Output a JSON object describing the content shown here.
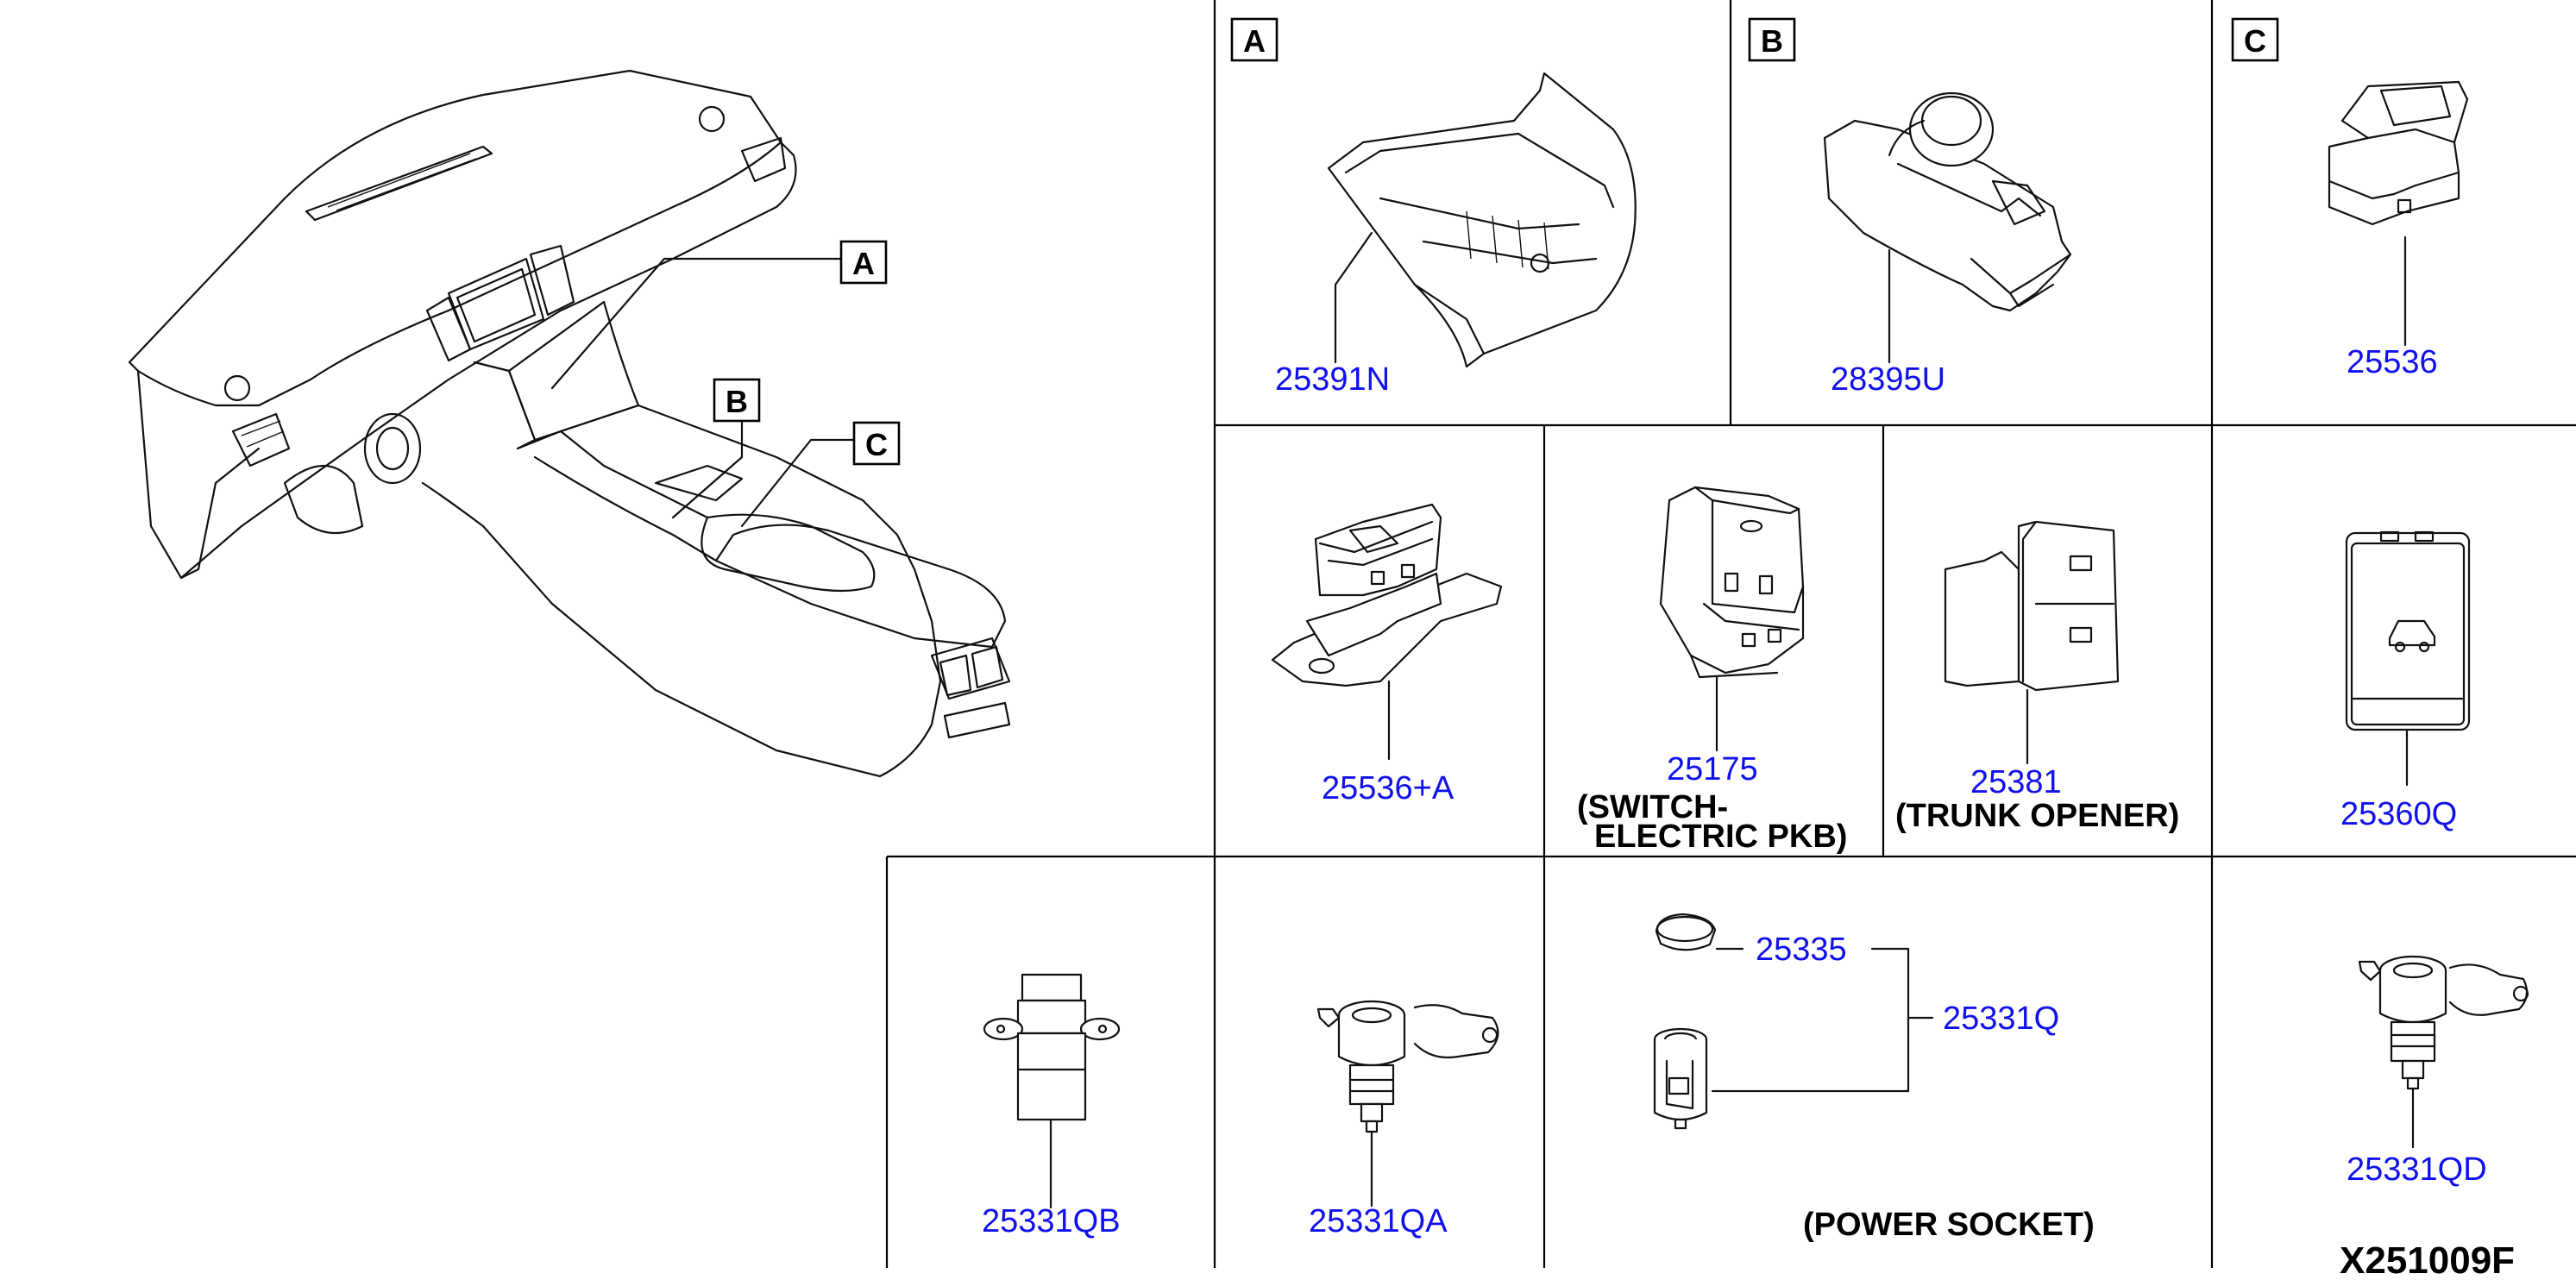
{
  "sections": {
    "a": "A",
    "b": "B",
    "c": "C"
  },
  "callouts": {
    "a": "A",
    "b": "B",
    "c": "C"
  },
  "parts": {
    "p25391N": "25391N",
    "p28395U": "28395U",
    "p25536": "25536",
    "p25536A": "25536+A",
    "p25175": "25175",
    "p25381": "25381",
    "p25360Q": "25360Q",
    "p25331QB": "25331QB",
    "p25331QA": "25331QA",
    "p25335": "25335",
    "p25331Q": "25331Q",
    "p25331QD": "25331QD"
  },
  "captions": {
    "pkb_line1": "(SWITCH-",
    "pkb_line2": "ELECTRIC PKB)",
    "trunk": "(TRUNK OPENER)",
    "power": "(POWER SOCKET)"
  },
  "diagram_code": "X251009F",
  "colors": {
    "part_number": "#1010ee",
    "line": "#111111",
    "background": "#ffffff"
  }
}
